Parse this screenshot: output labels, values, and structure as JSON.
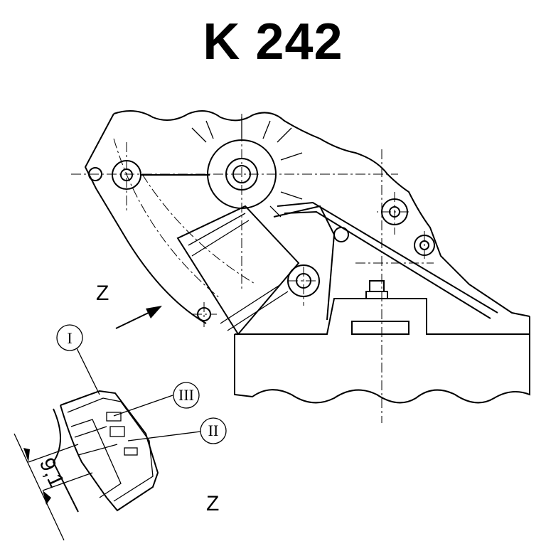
{
  "title": "K 242",
  "view_labels": {
    "z_arrow": "Z",
    "z_view": "Z"
  },
  "callouts": {
    "one": "I",
    "two": "II",
    "three": "III"
  },
  "dimension": "9,1"
}
